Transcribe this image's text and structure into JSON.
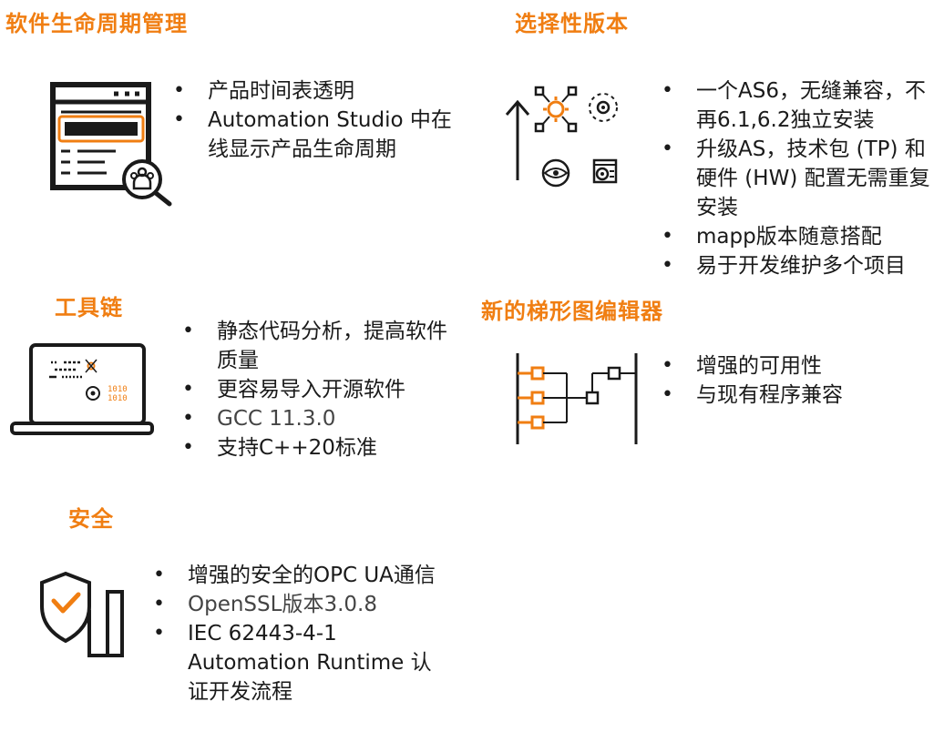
{
  "colors": {
    "accent": "#f07e12",
    "text": "#1a1a1a",
    "line": "#1a1a1a"
  },
  "sections": {
    "lifecycle": {
      "title": "软件生命周期管理",
      "icon": "browser-search-people-icon",
      "bullets": [
        "产品时间表透明",
        "Automation Studio 中在线显示产品生命周期"
      ]
    },
    "versions": {
      "title": "选择性版本",
      "icon": "version-upgrade-icons",
      "bullets": [
        "一个AS6，无缝兼容，不再6.1,6.2独立安装",
        "升级AS，技术包 (TP) 和硬件 (HW) 配置无需重复安装",
        "mapp版本随意搭配",
        "易于开发维护多个项目"
      ]
    },
    "toolchain": {
      "title": "工具链",
      "icon": "laptop-code-icon",
      "bullets": [
        "静态代码分析，提高软件质量",
        "更容易导入开源软件",
        "GCC 11.3.0",
        "支持C++20标准"
      ]
    },
    "ladder": {
      "title": "新的梯形图编辑器",
      "icon": "ladder-diagram-icon",
      "bullets": [
        "增强的可用性",
        "与现有程序兼容"
      ]
    },
    "security": {
      "title": "安全",
      "icon": "shield-check-icon",
      "bullets": [
        "增强的安全的OPC UA通信",
        "OpenSSL版本3.0.8",
        "IEC 62443-4-1 Automation Runtime 认证开发流程"
      ]
    }
  }
}
